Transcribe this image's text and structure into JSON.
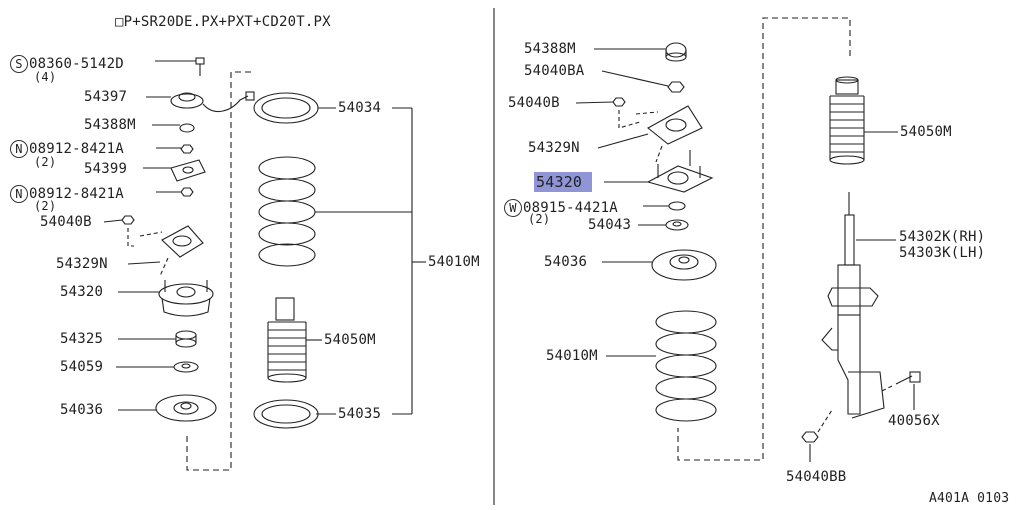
{
  "header": {
    "title": "□P+SR20DE.PX+PXT+CD20T.PX"
  },
  "footer": {
    "code": "A401A 0103"
  },
  "left": {
    "bolt_symbol": "S",
    "bolt_part": "08360-5142D",
    "bolt_qty": "(4)",
    "p54397": "54397",
    "p54388m": "54388M",
    "nut1_symbol": "N",
    "nut1_part": "08912-8421A",
    "nut1_qty": "(2)",
    "p54399": "54399",
    "nut2_symbol": "N",
    "nut2_part": "08912-8421A",
    "nut2_qty": "(2)",
    "p54040b": "54040B",
    "p54329n": "54329N",
    "p54320": "54320",
    "p54325": "54325",
    "p54059": "54059",
    "p54036": "54036",
    "p54034": "54034",
    "p54010m": "54010M",
    "p54050m": "54050M",
    "p54035": "54035"
  },
  "right": {
    "p54388m": "54388M",
    "p54040ba": "54040BA",
    "p54040b": "54040B",
    "p54329n": "54329N",
    "p54320": "54320",
    "washer_symbol": "W",
    "washer_part": "08915-4421A",
    "washer_qty": "(2)",
    "p54043": "54043",
    "p54036": "54036",
    "p54010m": "54010M",
    "p54050m": "54050M",
    "p54302k": "54302K(RH)",
    "p54303k": "54303K(LH)",
    "p40056x": "40056X",
    "p54040bb": "54040BB"
  }
}
